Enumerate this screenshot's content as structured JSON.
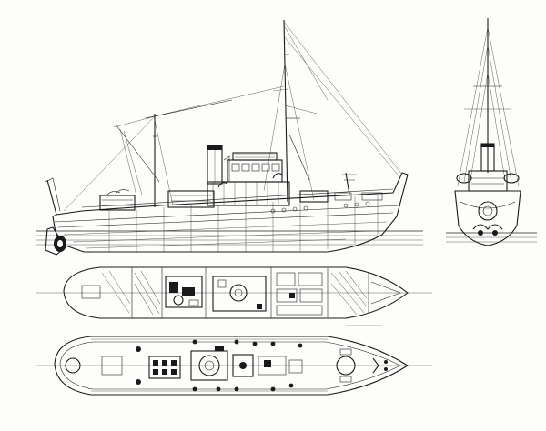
{
  "views": {
    "side": {
      "name": "side-elevation"
    },
    "front": {
      "name": "front-elevation"
    },
    "deck": {
      "name": "deck-plan"
    },
    "hold": {
      "name": "hold-plan"
    }
  }
}
